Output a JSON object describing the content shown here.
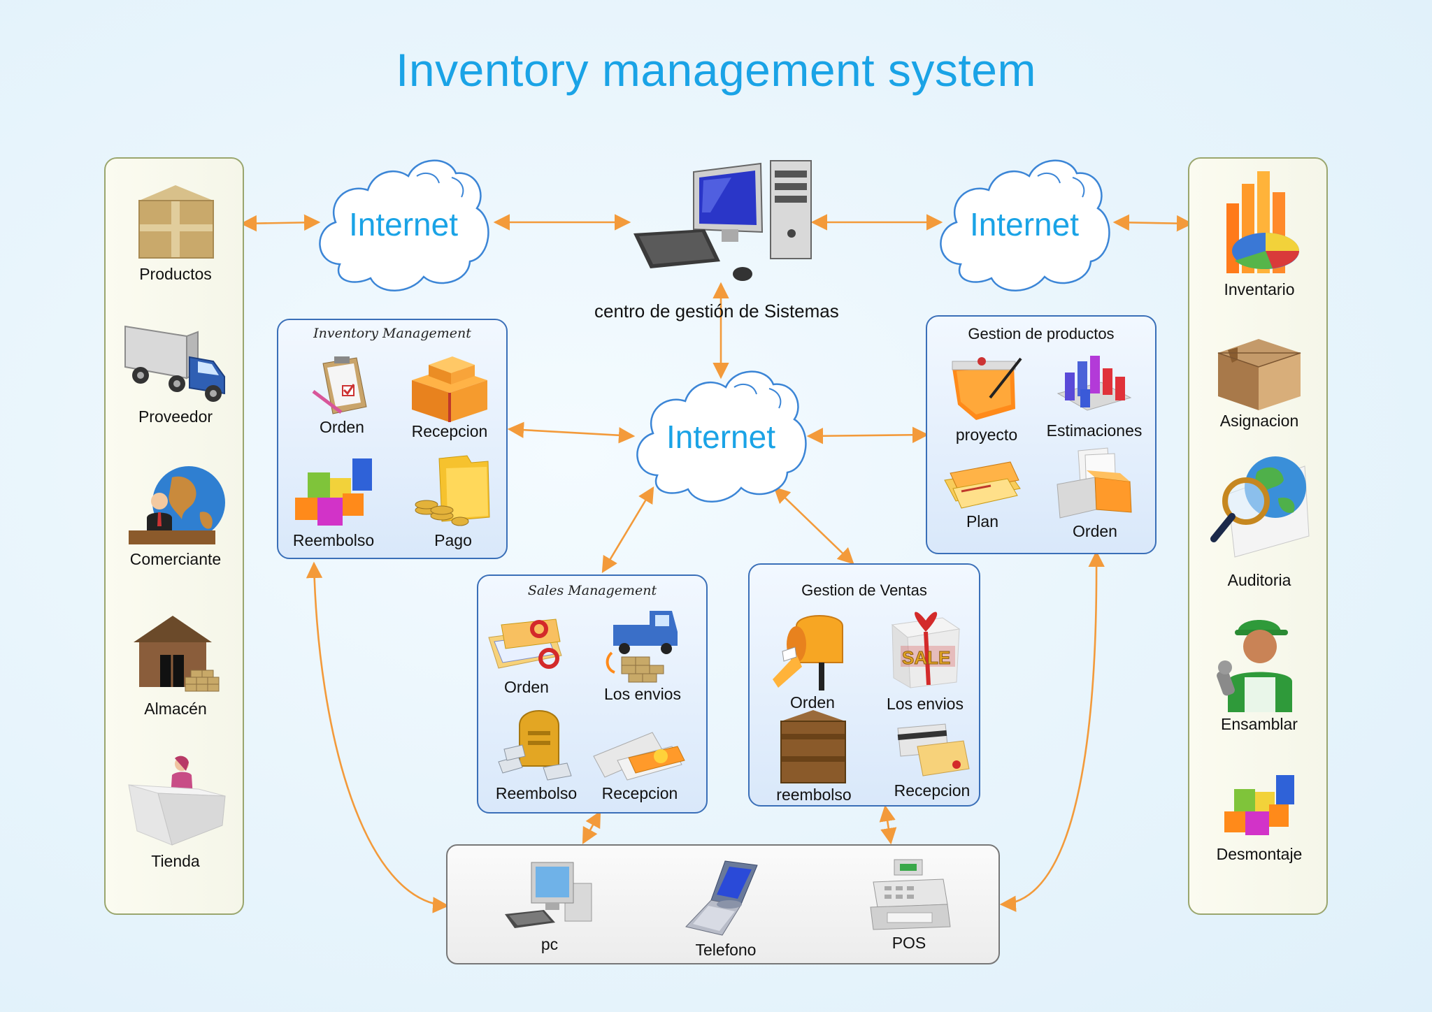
{
  "title": "Inventory management system",
  "colors": {
    "title": "#1aa3e6",
    "arrow": "#f39a3a",
    "panel_border_blue": "#3a6fb8",
    "side_panel_border": "#9aa66e"
  },
  "left_panel": {
    "items": [
      {
        "label": "Productos",
        "icon": "box-icon"
      },
      {
        "label": "Proveedor",
        "icon": "truck-icon"
      },
      {
        "label": "Comerciante",
        "icon": "merchant-globe-icon"
      },
      {
        "label": "Almacén",
        "icon": "warehouse-icon"
      },
      {
        "label": "Tienda",
        "icon": "shop-counter-icon"
      }
    ]
  },
  "right_panel": {
    "items": [
      {
        "label": "Inventario",
        "icon": "bar-pie-chart-icon"
      },
      {
        "label": "Asignacion",
        "icon": "box-icon"
      },
      {
        "label": "Auditoria",
        "icon": "magnifier-globe-icon"
      },
      {
        "label": "Ensamblar",
        "icon": "worker-icon"
      },
      {
        "label": "Desmontaje",
        "icon": "blocks-icon"
      }
    ]
  },
  "clouds": {
    "left": "Internet",
    "right": "Internet",
    "center": "Internet"
  },
  "center_computer": {
    "label": "centro de gestión de Sistemas"
  },
  "inventory_management": {
    "title": "Inventory Management",
    "items": [
      {
        "label": "Orden",
        "icon": "clipboard-icon"
      },
      {
        "label": "Recepcion",
        "icon": "packages-icon"
      },
      {
        "label": "Reembolso",
        "icon": "blocks-icon"
      },
      {
        "label": "Pago",
        "icon": "folder-coins-icon"
      }
    ]
  },
  "gestion_productos": {
    "title": "Gestion de productos",
    "items": [
      {
        "label": "proyecto",
        "icon": "note-icon"
      },
      {
        "label": "Estimaciones",
        "icon": "bar-chart-3d-icon"
      },
      {
        "label": "Plan",
        "icon": "folders-icon"
      },
      {
        "label": "Orden",
        "icon": "papers-box-icon"
      }
    ]
  },
  "sales_management": {
    "title": "Sales Management",
    "items": [
      {
        "label": "Orden",
        "icon": "tickets-icon"
      },
      {
        "label": "Los envios",
        "icon": "truck-crates-icon"
      },
      {
        "label": "Reembolso",
        "icon": "mailbox-icon"
      },
      {
        "label": "Recepcion",
        "icon": "cards-icon"
      }
    ]
  },
  "gestion_ventas": {
    "title": "Gestion de Ventas",
    "items": [
      {
        "label": "Orden",
        "icon": "mailbox-open-icon"
      },
      {
        "label": "Los envios",
        "icon": "gift-sale-icon"
      },
      {
        "label": "reembolso",
        "icon": "crate-icon"
      },
      {
        "label": "Recepcion",
        "icon": "credit-cards-icon"
      }
    ]
  },
  "devices": {
    "items": [
      {
        "label": "pc",
        "icon": "pc-icon"
      },
      {
        "label": "Telefono",
        "icon": "flip-phone-icon"
      },
      {
        "label": "POS",
        "icon": "cash-register-icon"
      }
    ]
  }
}
